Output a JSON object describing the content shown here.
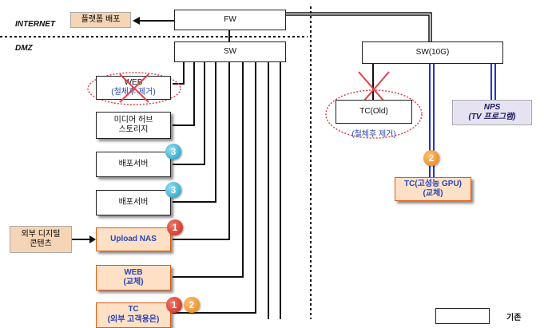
{
  "zones": {
    "internet": "INTERNET",
    "dmz": "DMZ"
  },
  "nodes": {
    "fw": "FW",
    "sw": "SW",
    "sw10g": "SW(10G)",
    "web_old_line1": "WEB",
    "web_old_line2": "(철체후 제거)",
    "media_hub_line1": "미디어 허브",
    "media_hub_line2": "스토리지",
    "deploy1": "배포서버",
    "deploy2": "배포서버",
    "upload_nas": "Upload NAS",
    "web_new_line1": "WEB",
    "web_new_line2": "(교체)",
    "tc_bottom_line1": "TC",
    "tc_bottom_line2": "(외부 고객용은)",
    "tc_old_line1": "TC(Old)",
    "tc_old_line2": "(철체후 제거)",
    "tc_gpu_line1": "TC(고성능 GPU)",
    "tc_gpu_line2": "(교체)"
  },
  "tags": {
    "platform_deploy": "플랫폼 배포",
    "external_content_line1": "외부 디지털",
    "external_content_line2": "콘텐츠",
    "nps_line1": "NPS",
    "nps_line2": "(TV 프로그램)"
  },
  "badges": {
    "deploy1": "3",
    "deploy2": "3",
    "upload_nas": "1",
    "tc_bottom_1": "1",
    "tc_bottom_2": "2",
    "tc_gpu": "2"
  },
  "legend": {
    "label": "기존"
  },
  "colors": {
    "orange_fill": "#fde0c6",
    "orange_border": "#e05a10",
    "blue_link": "#2233cc",
    "red_cross": "#e0404a",
    "tag_fill": "#f5d5b5",
    "nps_fill": "#e6e2f2"
  }
}
